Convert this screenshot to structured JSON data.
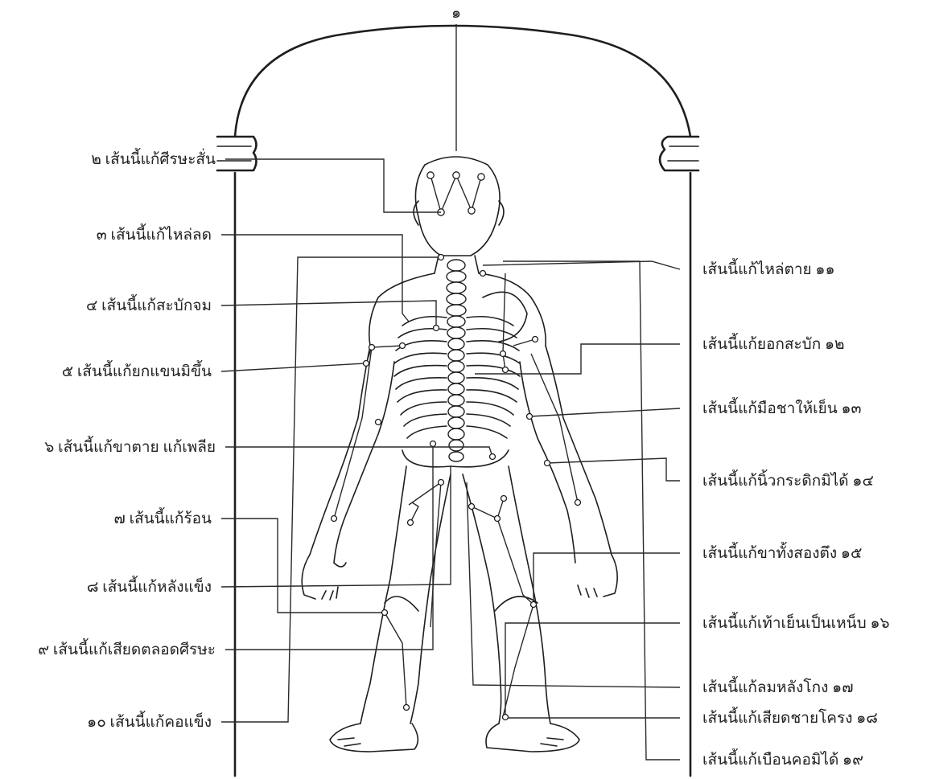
{
  "diagram": {
    "top_marker": "๑",
    "labels": [
      {
        "id": "2",
        "text": "๒  เส้นนี้แก้ศีรษะสั่น"
      },
      {
        "id": "3",
        "text": "๓  เส้นนี้แก้ไหล่ลด"
      },
      {
        "id": "4",
        "text": "๔  เส้นนี้แก้สะบักจม"
      },
      {
        "id": "5",
        "text": "๕  เส้นนี้แก้ยกแขนมิขึ้น"
      },
      {
        "id": "6",
        "text": "๖  เส้นนี้แก้ขาตาย แก้เพลีย"
      },
      {
        "id": "7",
        "text": "๗  เส้นนี้แก้ร้อน"
      },
      {
        "id": "8",
        "text": "๘  เส้นนี้แก้หลังแข็ง"
      },
      {
        "id": "9",
        "text": "๙  เส้นนี้แก้เสียดตลอดศีรษะ"
      },
      {
        "id": "10",
        "text": "๑๐  เส้นนี้แก้คอแข็ง"
      },
      {
        "id": "11",
        "text": "เส้นนี้แก้ไหล่ตาย  ๑๑"
      },
      {
        "id": "12",
        "text": "เส้นนี้แก้ยอกสะบัก  ๑๒"
      },
      {
        "id": "13",
        "text": "เส้นนี้แก้มือชาให้เย็น  ๑๓"
      },
      {
        "id": "14",
        "text": "เส้นนี้แก้นิ้วกระดิกมิได้  ๑๔"
      },
      {
        "id": "15",
        "text": "เส้นนี้แก้ขาทั้งสองตึง  ๑๕"
      },
      {
        "id": "16",
        "text": "เส้นนี้แก้เท้าเย็นเป็นเหน็บ  ๑๖"
      },
      {
        "id": "17",
        "text": "เส้นนี้แก้ลมหลังโกง  ๑๗"
      },
      {
        "id": "18",
        "text": "เส้นนี้แก้เสียดชายโครง  ๑๘"
      },
      {
        "id": "19",
        "text": "เส้นนี้แก้เบือนคอมิได้  ๑๙"
      }
    ]
  }
}
